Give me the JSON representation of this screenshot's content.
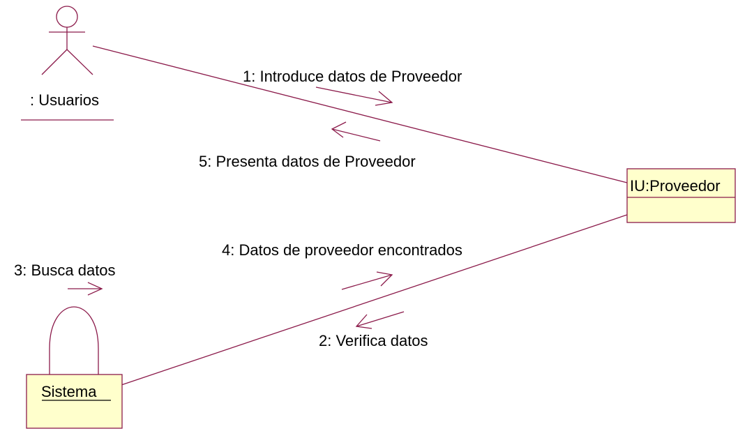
{
  "diagram": {
    "type": "uml-collaboration",
    "colors": {
      "line": "#8b1a4a",
      "object_fill": "#ffffcc",
      "text": "#000000"
    },
    "actor": {
      "label": ": Usuarios"
    },
    "objects": {
      "iu_proveedor": {
        "label": "IU:Proveedor"
      },
      "sistema": {
        "label": "Sistema"
      }
    },
    "messages": [
      {
        "label": "1: Introduce datos de Proveedor",
        "from": "actor",
        "to": "iu_proveedor"
      },
      {
        "label": "5: Presenta datos de Proveedor",
        "from": "iu_proveedor",
        "to": "actor"
      },
      {
        "label": "4: Datos de proveedor encontrados",
        "from": "sistema",
        "to": "iu_proveedor"
      },
      {
        "label": "3: Busca datos",
        "from": "sistema",
        "to": "sistema"
      },
      {
        "label": "2: Verifica datos",
        "from": "iu_proveedor",
        "to": "sistema"
      }
    ]
  }
}
